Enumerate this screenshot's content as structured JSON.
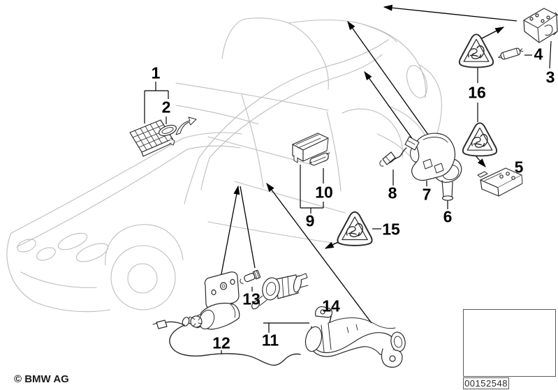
{
  "copyright": "© BMW AG",
  "diagram_number": "00152548",
  "labels": {
    "1": "1",
    "2": "2",
    "3": "3",
    "4": "4",
    "5": "5",
    "6": "6",
    "7": "7",
    "8": "8",
    "9": "9",
    "10": "10",
    "11": "11",
    "12": "12",
    "13": "13",
    "14": "14",
    "15": "15",
    "16": "16"
  }
}
